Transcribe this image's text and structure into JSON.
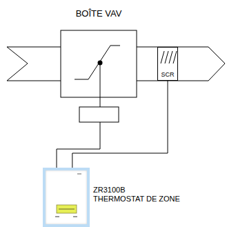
{
  "diagram": {
    "title": "BOÎTE VAV",
    "nodes": [
      {
        "text": [
          "SCR"
        ]
      },
      {
        "text": [
          "ZR3100B",
          "THERMOSTAT DE ZONE"
        ]
      }
    ],
    "edges": [
      {
        "from": 1,
        "to": 0,
        "arrow": "none"
      }
    ]
  }
}
